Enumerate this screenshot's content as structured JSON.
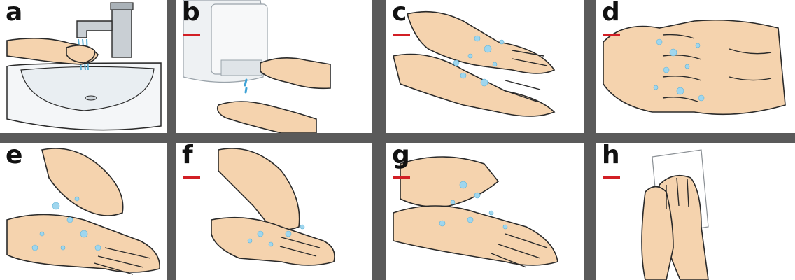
{
  "panels": [
    {
      "id": "a",
      "letter": "a",
      "content": "wet-hands-under-tap"
    },
    {
      "id": "b",
      "letter": "b",
      "content": "soap-dispenser"
    },
    {
      "id": "c",
      "letter": "c",
      "content": "rub-back-of-hands"
    },
    {
      "id": "d",
      "letter": "d",
      "content": "interlace-fingers"
    },
    {
      "id": "e",
      "letter": "e",
      "content": "rub-palms"
    },
    {
      "id": "f",
      "letter": "f",
      "content": "rub-fingertips"
    },
    {
      "id": "g",
      "letter": "g",
      "content": "rub-wrists"
    },
    {
      "id": "h",
      "letter": "h",
      "content": "dry-with-towel"
    }
  ],
  "colors": {
    "background": "#5a5a5a",
    "panel": "#ffffff",
    "skin": "#f5d3ae",
    "soap": "#9fd6ee",
    "accent": "#d21f25"
  }
}
